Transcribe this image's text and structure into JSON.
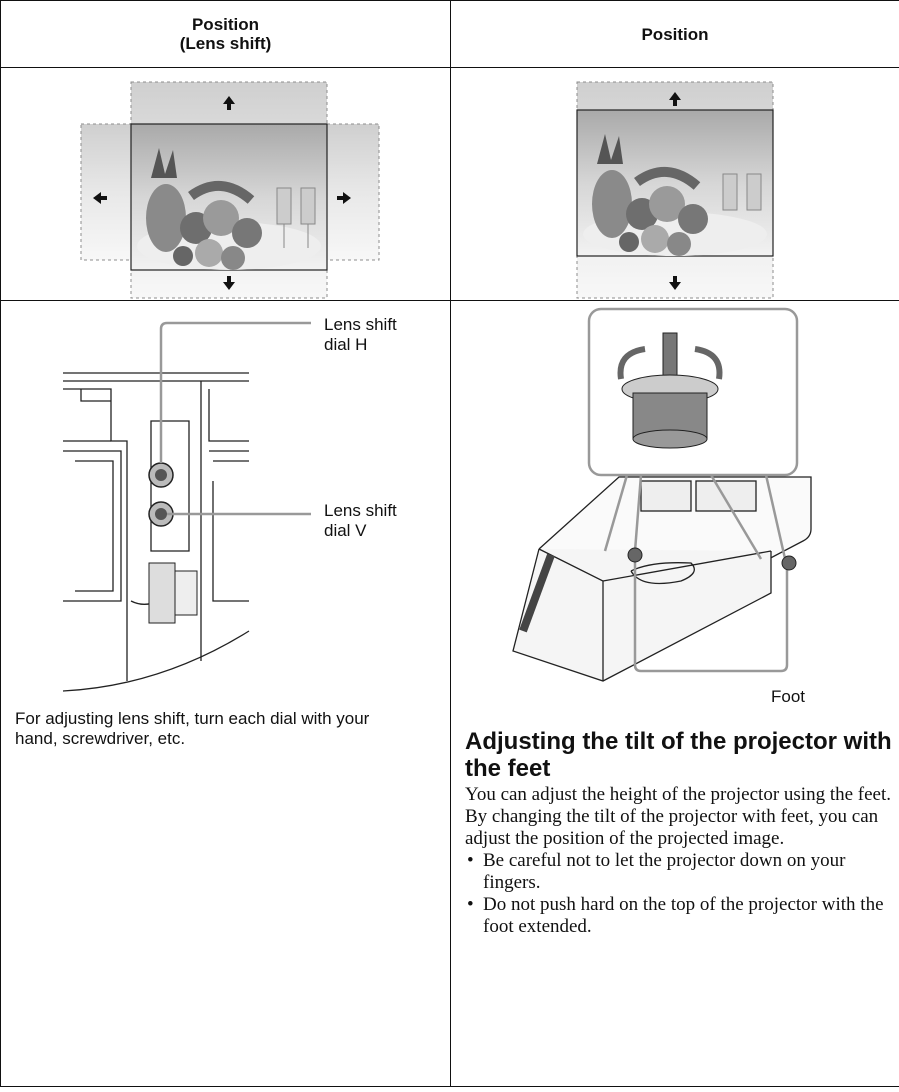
{
  "headers": {
    "left_line1": "Position",
    "left_line2": "(Lens shift)",
    "right": "Position"
  },
  "left_panel": {
    "callout_h_line1": "Lens shift",
    "callout_h_line2": "dial H",
    "callout_v_line1": "Lens shift",
    "callout_v_line2": "dial V",
    "caption": "For adjusting lens shift, turn each dial with your hand, screwdriver, etc."
  },
  "right_panel": {
    "foot_label": "Foot",
    "heading": "Adjusting the tilt of the projector with the feet",
    "paragraph1": "You can adjust the height of the projector using the feet.",
    "paragraph2": "By changing the tilt of the projector with feet, you can adjust the position of the projected image.",
    "bullets": [
      "Be careful not to let the projector down on your fingers.",
      "Do not push hard on the top of the projector with the foot extended."
    ]
  }
}
